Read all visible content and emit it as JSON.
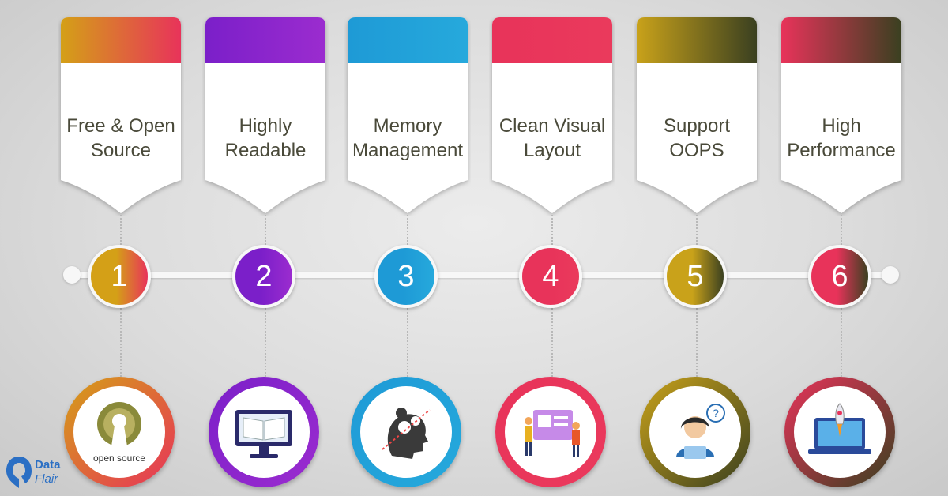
{
  "steps": [
    {
      "number": "1",
      "line1": "Free & Open",
      "line2": "Source",
      "icon": "open-source-icon",
      "icon_caption": "open source",
      "colors": [
        "#d4a017",
        "#e8335a"
      ],
      "ring": "#d4a017"
    },
    {
      "number": "2",
      "line1": "Highly",
      "line2": "Readable",
      "icon": "monitor-book-icon",
      "colors": [
        "#7b1fc9",
        "#9b2ccf"
      ],
      "ring": "#8a1fd0"
    },
    {
      "number": "3",
      "line1": "Memory",
      "line2": "Management",
      "icon": "head-gears-icon",
      "colors": [
        "#1e9ad6",
        "#26a9dc"
      ],
      "ring": "#1e9ad6"
    },
    {
      "number": "4",
      "line1": "Clean Visual",
      "line2": "Layout",
      "icon": "presentation-board-icon",
      "colors": [
        "#e8335a",
        "#ea3a5c"
      ],
      "ring": "#e8335a"
    },
    {
      "number": "5",
      "line1": "Support",
      "line2": "OOPS",
      "icon": "person-question-icon",
      "colors": [
        "#c9a21a",
        "#3a4020"
      ],
      "ring": "#b79418"
    },
    {
      "number": "6",
      "line1": "High",
      "line2": "Performance",
      "icon": "laptop-rocket-icon",
      "colors": [
        "#e8335a",
        "#3a4020"
      ],
      "ring": "#e8335a"
    }
  ],
  "brand": {
    "line1": "Data",
    "line2": "Flair",
    "color": "#2b6fc4"
  }
}
